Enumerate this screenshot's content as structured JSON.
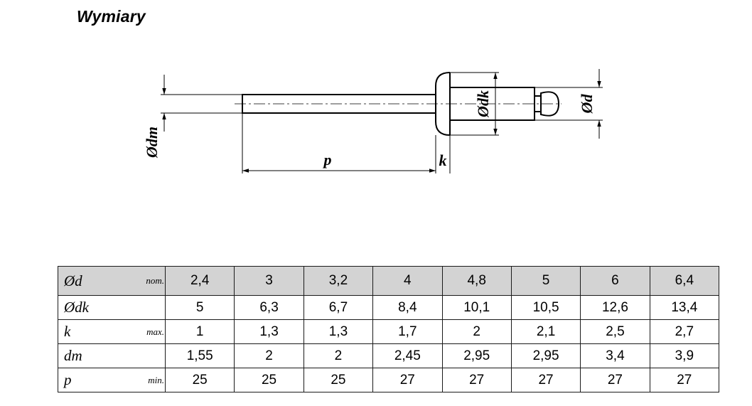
{
  "title": "Wymiary",
  "drawing_labels": {
    "dm": "Ødm",
    "p": "p",
    "k": "k",
    "dk": "Ødk",
    "d": "Ød"
  },
  "table": {
    "rows": [
      {
        "symbol": "Ød",
        "qualifier": "nom.",
        "values": [
          "2,4",
          "3",
          "3,2",
          "4",
          "4,8",
          "5",
          "6",
          "6,4"
        ]
      },
      {
        "symbol": "Ødk",
        "qualifier": "",
        "values": [
          "5",
          "6,3",
          "6,7",
          "8,4",
          "10,1",
          "10,5",
          "12,6",
          "13,4"
        ]
      },
      {
        "symbol": "k",
        "qualifier": "max.",
        "values": [
          "1",
          "1,3",
          "1,3",
          "1,7",
          "2",
          "2,1",
          "2,5",
          "2,7"
        ]
      },
      {
        "symbol": "dm",
        "qualifier": "",
        "values": [
          "1,55",
          "2",
          "2",
          "2,45",
          "2,95",
          "2,95",
          "3,4",
          "3,9"
        ]
      },
      {
        "symbol": "p",
        "qualifier": "min.",
        "values": [
          "25",
          "25",
          "25",
          "27",
          "27",
          "27",
          "27",
          "27"
        ]
      }
    ]
  }
}
